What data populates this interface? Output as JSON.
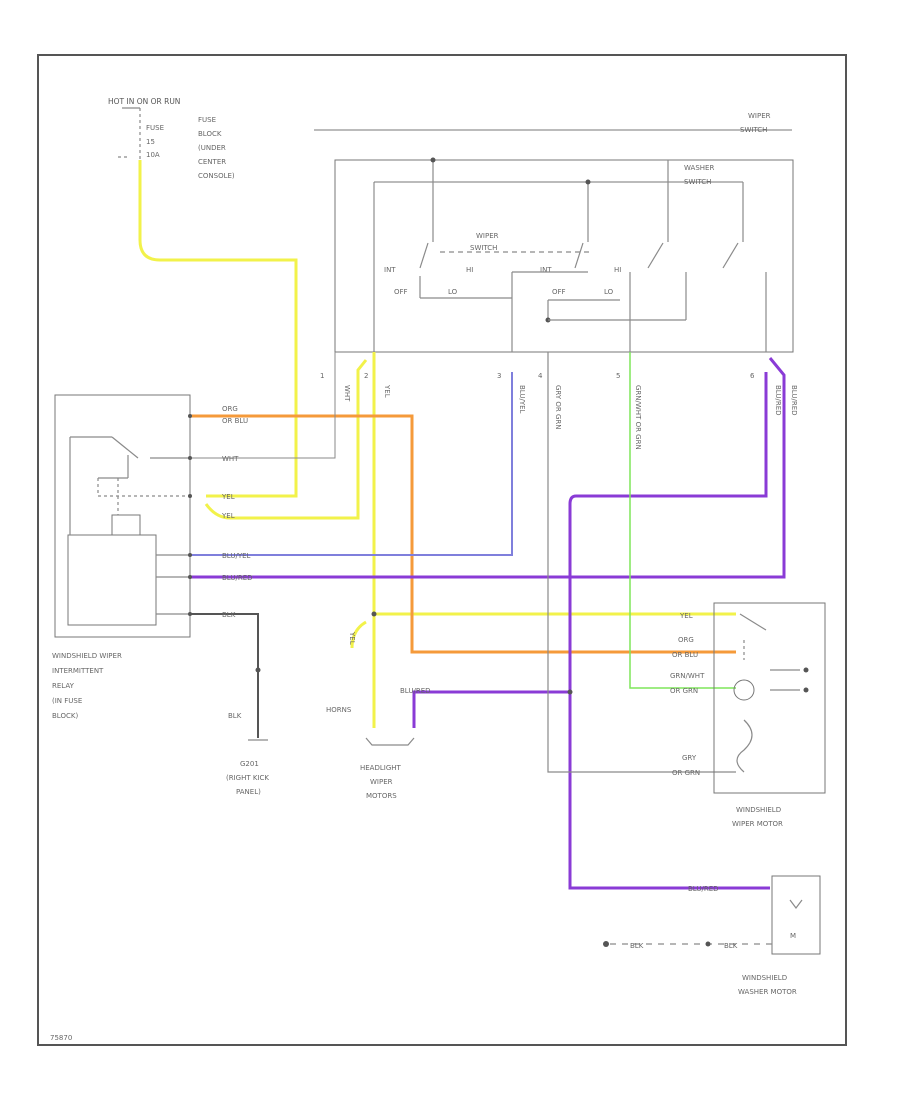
{
  "colors": {
    "yel": "#f2f24a",
    "org": "#f59a3a",
    "blu": "#7f7fdc",
    "blu_red": "#8a3bd6",
    "grn": "#7ee65a",
    "gray": "#8a8a8a"
  },
  "labels": {
    "hot_run_1": "HOT IN ON OR RUN",
    "hot_run_2": "FUSE",
    "hot_run_3": "15",
    "hot_run_4": "10A",
    "fuse_desc_1": "FUSE",
    "fuse_desc_2": "BLOCK",
    "fuse_desc_3": "(UNDER",
    "fuse_desc_4": "CENTER",
    "fuse_desc_5": "CONSOLE)",
    "wiper_switch_1": "WIPER",
    "wiper_switch_2": "SWITCH",
    "washer_switch_1": "WASHER",
    "washer_switch_2": "SWITCH",
    "wiper_sub_1": "WIPER",
    "wiper_sub_2": "SWITCH",
    "int_1": "INT",
    "hi_1": "HI",
    "off_1": "OFF",
    "lo_1": "LO",
    "int_2": "INT",
    "hi_2": "HI",
    "off_2": "OFF",
    "lo_2": "LO",
    "relay_1": "WINDSHIELD WIPER",
    "relay_2": "INTERMITTENT",
    "relay_3": "RELAY",
    "relay_4": "(IN FUSE",
    "relay_5": "BLOCK)",
    "g1_1": "G201",
    "g1_2": "(RIGHT KICK",
    "g1_3": "PANEL)",
    "horns": "HORNS",
    "headlight_1": "HEADLIGHT",
    "headlight_2": "WIPER",
    "headlight_3": "MOTORS",
    "ws_motor_1": "WINDSHIELD",
    "ws_motor_2": "WIPER MOTOR",
    "washer_motor_1": "WINDSHIELD",
    "washer_motor_2": "WASHER MOTOR",
    "footer": "75870"
  },
  "wire_labels": {
    "org_blu": "ORG",
    "org_blu_2": "OR BLU",
    "wht": "WHT",
    "yel_1": "YEL",
    "yel_2": "YEL",
    "blu_yel": "BLU/YEL",
    "blu_red": "BLU/RED",
    "blk": "BLK",
    "yel_top": "YEL",
    "yel_horn": "YEL",
    "yel_right": "YEL",
    "org_right": "ORG",
    "org_right_2": "OR BLU",
    "grn_wht": "GRN/WHT",
    "grn_wht_2": "OR GRN",
    "blu_red_horn": "BLU/RED",
    "grn_wht_bottom": "GRY",
    "grn_wht_bottom_2": "OR GRN",
    "blu_red_washer": "BLU/RED",
    "blk_washer_1": "BLK",
    "blk_washer_2": "BLK",
    "blk_g1": "BLK",
    "v_wht": "WHT",
    "v_yel": "YEL",
    "v_blu_yel": "BLU/YEL",
    "v_gry": "GRY OR GRN",
    "v_grn": "GRN/WHT OR GRN",
    "v_blu_red_1": "BLU/RED",
    "v_blu_red_2": "BLU/RED",
    "pin_1": "1",
    "pin_2": "2",
    "pin_3": "3",
    "pin_4": "4",
    "pin_5": "5",
    "pin_6": "6"
  }
}
